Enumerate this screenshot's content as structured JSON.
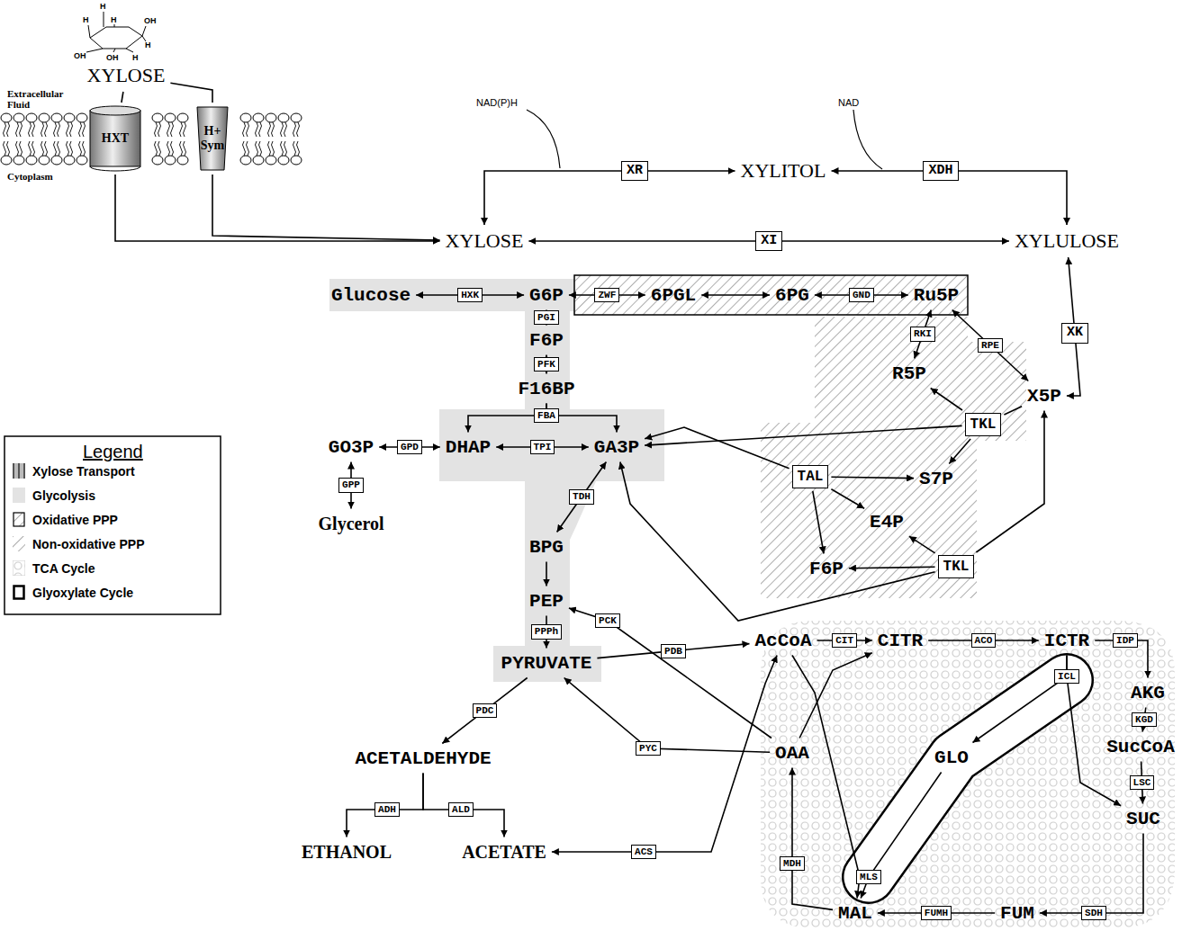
{
  "diagram": {
    "nodes": [
      {
        "text": [
          "XYLOSE"
        ]
      },
      {
        "text": [
          "HXT"
        ]
      },
      {
        "text": [
          "H+ Sym"
        ]
      },
      {
        "text": [
          "XYLITOL"
        ]
      },
      {
        "text": [
          "XYLOSE"
        ]
      },
      {
        "text": [
          "XYLULOSE"
        ]
      },
      {
        "text": [
          "Glucose"
        ]
      },
      {
        "text": [
          "G6P"
        ]
      },
      {
        "text": [
          "6PGL"
        ]
      },
      {
        "text": [
          "6PG"
        ]
      },
      {
        "text": [
          "Ru5P"
        ]
      },
      {
        "text": [
          "R5P"
        ]
      },
      {
        "text": [
          "X5P"
        ]
      },
      {
        "text": [
          "F6P"
        ]
      },
      {
        "text": [
          "F16BP"
        ]
      },
      {
        "text": [
          "GO3P"
        ]
      },
      {
        "text": [
          "DHAP"
        ]
      },
      {
        "text": [
          "GA3P"
        ]
      },
      {
        "text": [
          "S7P"
        ]
      },
      {
        "text": [
          "E4P"
        ]
      },
      {
        "text": [
          "F6P"
        ]
      },
      {
        "text": [
          "Glycerol"
        ]
      },
      {
        "text": [
          "BPG"
        ]
      },
      {
        "text": [
          "PEP"
        ]
      },
      {
        "text": [
          "PYRUVATE"
        ]
      },
      {
        "text": [
          "AcCoA"
        ]
      },
      {
        "text": [
          "CITR"
        ]
      },
      {
        "text": [
          "ICTR"
        ]
      },
      {
        "text": [
          "AKG"
        ]
      },
      {
        "text": [
          "SucCoA"
        ]
      },
      {
        "text": [
          "SUC"
        ]
      },
      {
        "text": [
          "FUM"
        ]
      },
      {
        "text": [
          "MAL"
        ]
      },
      {
        "text": [
          "OAA"
        ]
      },
      {
        "text": [
          "GLO"
        ]
      },
      {
        "text": [
          "ACETALDEHYDE"
        ]
      },
      {
        "text": [
          "ETHANOL"
        ]
      },
      {
        "text": [
          "ACETATE"
        ]
      },
      {
        "text": [
          "TKL"
        ]
      },
      {
        "text": [
          "TAL"
        ]
      },
      {
        "text": [
          "TKL"
        ]
      }
    ],
    "edges": [
      {
        "from": 0,
        "to": 1,
        "arrow": "none"
      },
      {
        "from": 0,
        "to": 2,
        "arrow": "none"
      },
      {
        "from": 1,
        "to": 4,
        "arrow": "to"
      },
      {
        "from": 2,
        "to": 4,
        "arrow": "to"
      },
      {
        "from": 3,
        "to": 4,
        "arrow": "both",
        "label": "XR"
      },
      {
        "from": 3,
        "to": 5,
        "arrow": "both",
        "label": "XDH"
      },
      {
        "from": 4,
        "to": 5,
        "arrow": "both",
        "label": "XI"
      },
      {
        "from": 6,
        "to": 7,
        "arrow": "both",
        "label": "HXK"
      },
      {
        "from": 7,
        "to": 8,
        "arrow": "both",
        "label": "ZWF"
      },
      {
        "from": 8,
        "to": 9,
        "arrow": "both"
      },
      {
        "from": 9,
        "to": 10,
        "arrow": "both",
        "label": "GND"
      },
      {
        "from": 7,
        "to": 13,
        "arrow": "both",
        "label": "PGI"
      },
      {
        "from": 13,
        "to": 14,
        "arrow": "both",
        "label": "PFK"
      },
      {
        "from": 14,
        "to": 16,
        "arrow": "to",
        "label": "FBA"
      },
      {
        "from": 14,
        "to": 17,
        "arrow": "to"
      },
      {
        "from": 16,
        "to": 17,
        "arrow": "both",
        "label": "TPI"
      },
      {
        "from": 15,
        "to": 16,
        "arrow": "both",
        "label": "GPD"
      },
      {
        "from": 15,
        "to": 21,
        "arrow": "both",
        "label": "GPP"
      },
      {
        "from": 17,
        "to": 22,
        "arrow": "both",
        "label": "TDH"
      },
      {
        "from": 22,
        "to": 23,
        "arrow": "to"
      },
      {
        "from": 23,
        "to": 24,
        "arrow": "to",
        "label": "PPPh"
      },
      {
        "from": 24,
        "to": 35,
        "arrow": "to",
        "label": "PDC"
      },
      {
        "from": 35,
        "to": 36,
        "arrow": "to",
        "label": "ADH"
      },
      {
        "from": 35,
        "to": 37,
        "arrow": "to",
        "label": "ALD"
      },
      {
        "from": 37,
        "to": 25,
        "arrow": "both",
        "label": "ACS"
      },
      {
        "from": 24,
        "to": 25,
        "arrow": "to",
        "label": "PDB"
      },
      {
        "from": 33,
        "to": 24,
        "arrow": "to",
        "label": "PYC"
      },
      {
        "from": 33,
        "to": 23,
        "arrow": "to",
        "label": "PCK"
      },
      {
        "from": 25,
        "to": 26,
        "arrow": "to",
        "label": "CIT"
      },
      {
        "from": 33,
        "to": 26,
        "arrow": "to"
      },
      {
        "from": 26,
        "to": 27,
        "arrow": "to",
        "label": "ACO"
      },
      {
        "from": 27,
        "to": 28,
        "arrow": "to",
        "label": "IDP"
      },
      {
        "from": 28,
        "to": 29,
        "arrow": "to",
        "label": "KGD"
      },
      {
        "from": 29,
        "to": 30,
        "arrow": "to",
        "label": "LSC"
      },
      {
        "from": 30,
        "to": 31,
        "arrow": "to",
        "label": "SDH"
      },
      {
        "from": 31,
        "to": 32,
        "arrow": "to",
        "label": "FUMH"
      },
      {
        "from": 32,
        "to": 33,
        "arrow": "to",
        "label": "MDH"
      },
      {
        "from": 27,
        "to": 34,
        "arrow": "to",
        "label": "ICL"
      },
      {
        "from": 27,
        "to": 30,
        "arrow": "to"
      },
      {
        "from": 34,
        "to": 32,
        "arrow": "to",
        "label": "MLS"
      },
      {
        "from": 25,
        "to": 32,
        "arrow": "to"
      },
      {
        "from": 10,
        "to": 11,
        "arrow": "both",
        "label": "RKI"
      },
      {
        "from": 10,
        "to": 12,
        "arrow": "both",
        "label": "RPE"
      },
      {
        "from": 5,
        "to": 12,
        "arrow": "both",
        "label": "XK"
      },
      {
        "from": 12,
        "to": 38,
        "arrow": "none"
      },
      {
        "from": 38,
        "to": 11,
        "arrow": "to"
      },
      {
        "from": 38,
        "to": 18,
        "arrow": "to"
      },
      {
        "from": 38,
        "to": 17,
        "arrow": "to"
      },
      {
        "from": 39,
        "to": 18,
        "arrow": "to"
      },
      {
        "from": 39,
        "to": 19,
        "arrow": "to"
      },
      {
        "from": 39,
        "to": 20,
        "arrow": "to"
      },
      {
        "from": 39,
        "to": 17,
        "arrow": "to"
      },
      {
        "from": 40,
        "to": 19,
        "arrow": "to"
      },
      {
        "from": 40,
        "to": 20,
        "arrow": "to"
      },
      {
        "from": 40,
        "to": 12,
        "arrow": "to"
      },
      {
        "from": 40,
        "to": 17,
        "arrow": "to"
      }
    ],
    "labels": [
      "Extracellular Fluid",
      "Cytoplasm",
      "NAD(P)H",
      "NAD",
      "Legend",
      "H",
      "H",
      "H",
      "OH",
      "H",
      "OH",
      "OH",
      "H"
    ],
    "legend": [
      {
        "text": "Xylose Transport"
      },
      {
        "text": "Glycolysis",
        "color": "#e3e3e3"
      },
      {
        "text": "Oxidative PPP"
      },
      {
        "text": "Non-oxidative PPP"
      },
      {
        "text": "TCA Cycle"
      },
      {
        "text": "Glyoxylate Cycle"
      }
    ]
  }
}
